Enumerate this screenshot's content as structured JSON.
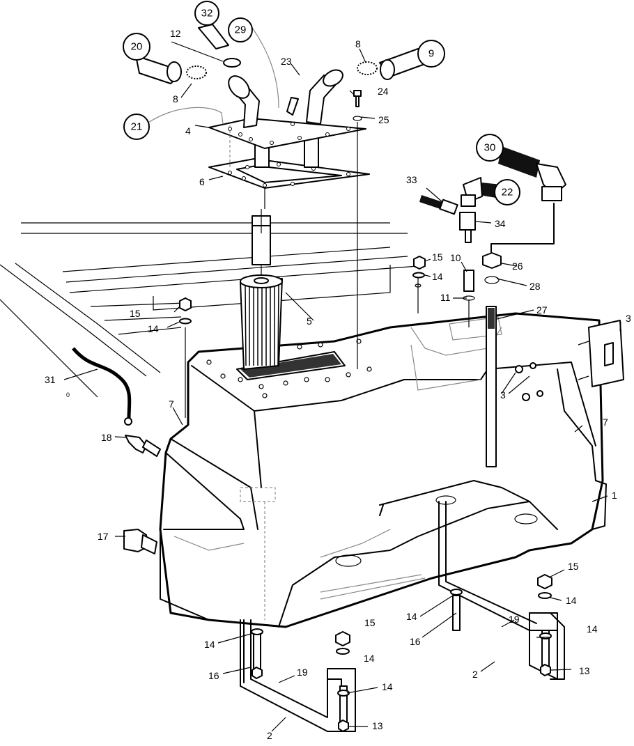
{
  "callouts": [
    {
      "id": "c20",
      "text": "20"
    },
    {
      "id": "c32",
      "text": "32"
    },
    {
      "id": "c29",
      "text": "29"
    },
    {
      "id": "c9",
      "text": "9"
    },
    {
      "id": "c21",
      "text": "21"
    },
    {
      "id": "c30",
      "text": "30"
    },
    {
      "id": "c22",
      "text": "22"
    }
  ],
  "labels": [
    {
      "id": "l12",
      "text": "12"
    },
    {
      "id": "l23",
      "text": "23"
    },
    {
      "id": "l8a",
      "text": "8"
    },
    {
      "id": "l8b",
      "text": "8"
    },
    {
      "id": "l24",
      "text": "24"
    },
    {
      "id": "l25",
      "text": "25"
    },
    {
      "id": "l4",
      "text": "4"
    },
    {
      "id": "l6",
      "text": "6"
    },
    {
      "id": "l33",
      "text": "33"
    },
    {
      "id": "l34",
      "text": "34"
    },
    {
      "id": "l26",
      "text": "26"
    },
    {
      "id": "l28",
      "text": "28"
    },
    {
      "id": "l10",
      "text": "10"
    },
    {
      "id": "l15a",
      "text": "15"
    },
    {
      "id": "l14a",
      "text": "14"
    },
    {
      "id": "l11",
      "text": "11"
    },
    {
      "id": "l27",
      "text": "27"
    },
    {
      "id": "l3a",
      "text": "3"
    },
    {
      "id": "l3b",
      "text": "3"
    },
    {
      "id": "l15b",
      "text": "15"
    },
    {
      "id": "l14b",
      "text": "14"
    },
    {
      "id": "l5",
      "text": "5"
    },
    {
      "id": "l31",
      "text": "31"
    },
    {
      "id": "l7a",
      "text": "7"
    },
    {
      "id": "l7b",
      "text": "7"
    },
    {
      "id": "l18",
      "text": "18"
    },
    {
      "id": "l1",
      "text": "1"
    },
    {
      "id": "l17",
      "text": "17"
    },
    {
      "id": "l15c",
      "text": "15"
    },
    {
      "id": "l14c",
      "text": "14"
    },
    {
      "id": "l14d",
      "text": "14"
    },
    {
      "id": "l16a",
      "text": "16"
    },
    {
      "id": "l19a",
      "text": "19"
    },
    {
      "id": "l14e",
      "text": "14"
    },
    {
      "id": "l2a",
      "text": "2"
    },
    {
      "id": "l13a",
      "text": "13"
    },
    {
      "id": "l14f",
      "text": "14"
    },
    {
      "id": "l16b",
      "text": "16"
    },
    {
      "id": "l15d",
      "text": "15"
    },
    {
      "id": "l14g",
      "text": "14"
    },
    {
      "id": "l19b",
      "text": "19"
    },
    {
      "id": "l14h",
      "text": "14"
    },
    {
      "id": "l2b",
      "text": "2"
    },
    {
      "id": "l13b",
      "text": "13"
    },
    {
      "id": "l0",
      "text": "0"
    }
  ]
}
